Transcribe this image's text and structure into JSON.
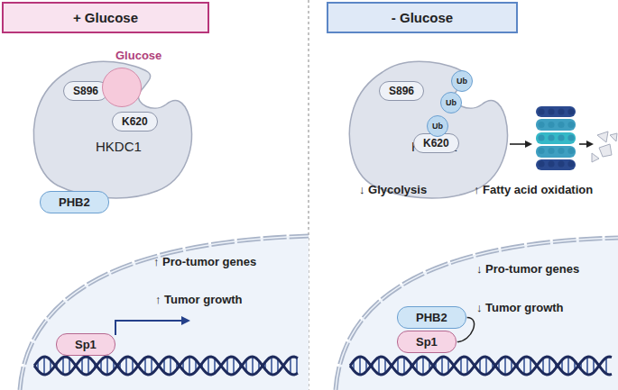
{
  "diagram": {
    "nodes": [
      {
        "text": [
          "+ Glucose"
        ]
      },
      {
        "text": [
          "- Glucose"
        ]
      },
      {
        "text": [
          "HKDC1"
        ]
      },
      {
        "text": [
          "S896"
        ],
        "in": 2
      },
      {
        "text": [
          "K620"
        ],
        "in": 2
      },
      {
        "text": [
          "Glucose"
        ]
      },
      {
        "text": [
          "PHB2"
        ]
      },
      {
        "text": [
          "Sp1"
        ]
      },
      {
        "text": [
          "HKDC1"
        ]
      },
      {
        "text": [
          "S896"
        ],
        "in": 8
      },
      {
        "text": [
          "K620"
        ],
        "in": 8
      },
      {
        "text": [
          "Ub"
        ]
      },
      {
        "text": [
          "Ub"
        ]
      },
      {
        "text": [
          "Ub"
        ]
      },
      {
        "text": [
          "PHB2"
        ]
      },
      {
        "text": [
          "Sp1"
        ]
      }
    ],
    "edges": [
      {
        "from": 14,
        "to": 15,
        "arrow": "none"
      }
    ],
    "labels": [
      "↑ Pro-tumor genes",
      "↑ Tumor growth",
      "↓ Glycolysis",
      "↑ Fatty acid oxidation",
      "↓ Pro-tumor genes",
      "↓ Tumor growth"
    ]
  }
}
